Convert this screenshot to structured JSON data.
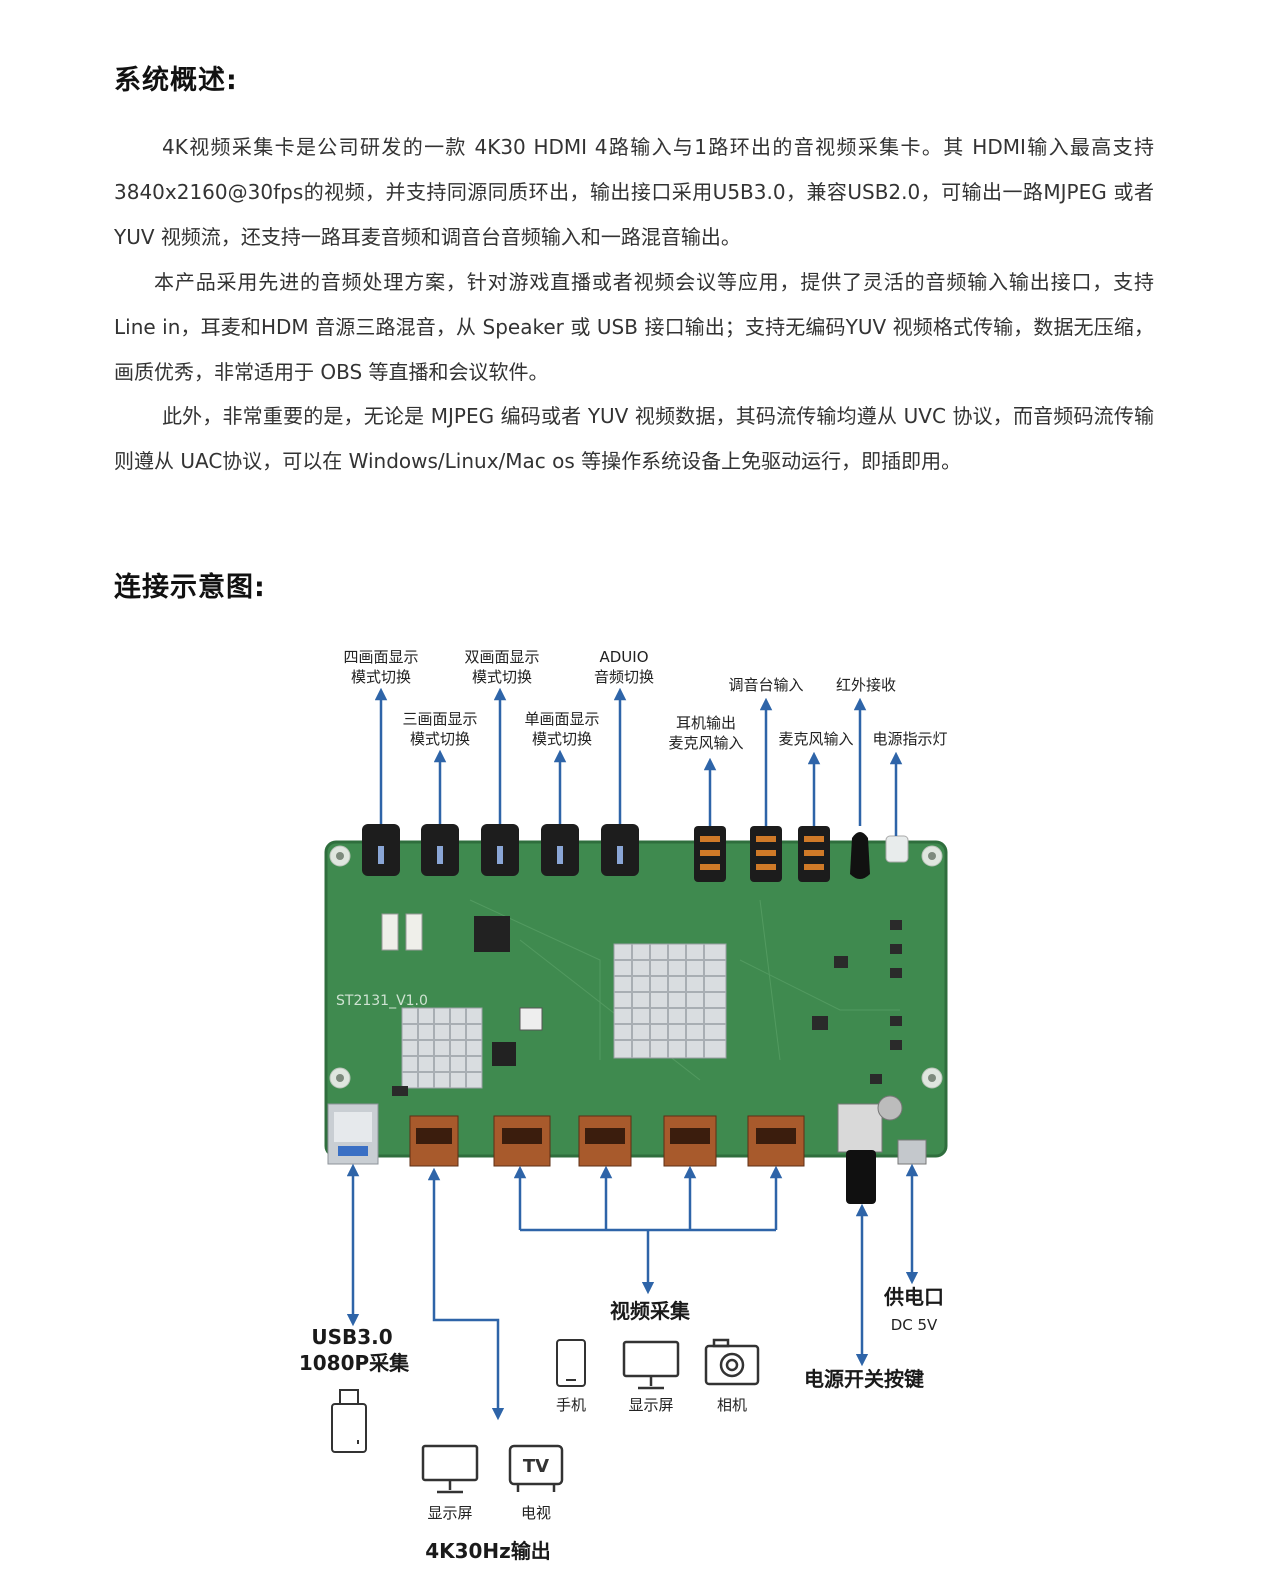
{
  "section_overview": {
    "title": "系统概述:",
    "paragraphs": [
      "4K视频采集卡是公司研发的一款 4K30 HDMI 4路输入与1路环出的音视频采集卡。其 HDMI输入最高支持3840x2160@30fps的视频，并支持同源同质环出，输出接口采用U5B3.0，兼容USB2.0，可输出一路MJPEG 或者YUV 视频流，还支持一路耳麦音频和调音台音频输入和一路混音输出。",
      "本产品采用先进的音频处理方案，针对游戏直播或者视频会议等应用，提供了灵活的音频输入输出接口，支持 Line in，耳麦和HDM 音源三路混音，从 Speaker 或 USB 接口输出；支持无编码YUV 视频格式传输，数据无压缩，画质优秀，非常适用于 OBS 等直播和会议软件。",
      "此外，非常重要的是，无论是 MJPEG 编码或者 YUV 视频数据，其码流传输均遵从 UVC 协议，而音频码流传输则遵从 UAC协议，可以在 Windows/Linux/Mac os 等操作系统设备上免驱动运行，即插即用。"
    ]
  },
  "section_diagram": {
    "title": "连接示意图:",
    "board_label": "ST2131_V1.0",
    "top_labels": {
      "quad": [
        "四画面显示",
        "模式切换"
      ],
      "triple": [
        "三画面显示",
        "模式切换"
      ],
      "dual": [
        "双画面显示",
        "模式切换"
      ],
      "single": [
        "单画面显示",
        "模式切换"
      ],
      "audio": [
        "ADUIO",
        "音频切换"
      ],
      "headset": [
        "耳机输出",
        "麦克风输入"
      ],
      "mixer": "调音台输入",
      "mic": "麦克风输入",
      "ir": "红外接收",
      "led": "电源指示灯"
    },
    "bottom": {
      "usb": [
        "USB3.0",
        "1080P采集"
      ],
      "capture_title": "视频采集",
      "capture_devices": [
        "手机",
        "显示屏",
        "相机"
      ],
      "output_devices": [
        "显示屏",
        "电视"
      ],
      "output_title": "4K30Hz输出",
      "tv_icon_text": "TV",
      "power_title": "供电口",
      "power_sub": "DC 5V",
      "switch_title": "电源开关按键"
    },
    "colors": {
      "arrow": "#2e64a8",
      "board": "#3f8a4f",
      "board_dark": "#2f6e3d"
    }
  }
}
